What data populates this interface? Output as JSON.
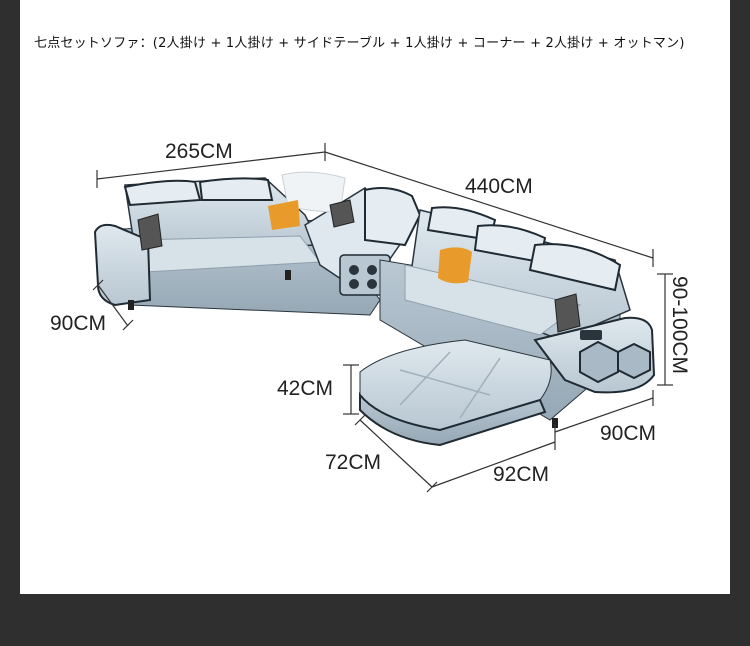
{
  "product": {
    "title": "七点セットソファ：(2人掛け + 1人掛け + サイドテーブル + 1人掛け + コーナー + 2人掛け + オットマン)"
  },
  "dimensions": {
    "left_width": "265CM",
    "right_width": "440CM",
    "depth": "90CM",
    "height": "90-100CM",
    "ottoman_height": "42CM",
    "ottoman_depth": "72CM",
    "ottoman_length": "92CM",
    "arm_depth": "90CM"
  },
  "colors": {
    "sofa_body": "#c9d6df",
    "sofa_shadow": "#9fb0bc",
    "piping": "#1f2a33",
    "pillow_orange": "#e89a2a",
    "background_frame": "#2f2f2f"
  }
}
